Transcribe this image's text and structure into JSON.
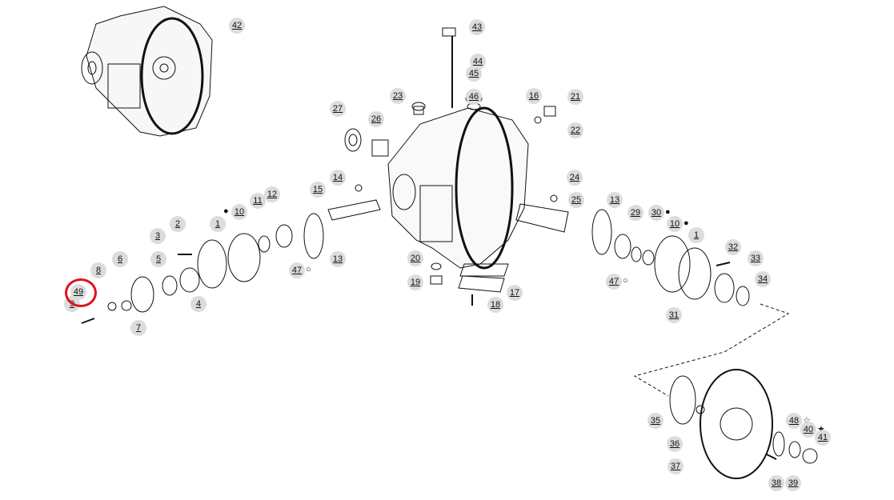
{
  "parts": [
    {
      "id": "42",
      "label": "42",
      "symbol": ""
    },
    {
      "id": "43",
      "label": "43",
      "symbol": ""
    },
    {
      "id": "44",
      "label": "44",
      "symbol": ""
    },
    {
      "id": "45",
      "label": "45",
      "symbol": ""
    },
    {
      "id": "46",
      "label": "46",
      "symbol": ""
    },
    {
      "id": "23",
      "label": "23",
      "symbol": ""
    },
    {
      "id": "16",
      "label": "16",
      "symbol": ""
    },
    {
      "id": "21",
      "label": "21",
      "symbol": ""
    },
    {
      "id": "22",
      "label": "22",
      "symbol": ""
    },
    {
      "id": "27",
      "label": "27",
      "symbol": ""
    },
    {
      "id": "26",
      "label": "26",
      "symbol": ""
    },
    {
      "id": "14",
      "label": "14",
      "symbol": ""
    },
    {
      "id": "24",
      "label": "24",
      "symbol": ""
    },
    {
      "id": "15",
      "label": "15",
      "symbol": ""
    },
    {
      "id": "25",
      "label": "25",
      "symbol": ""
    },
    {
      "id": "10a",
      "label": "10",
      "symbol": "●"
    },
    {
      "id": "11",
      "label": "11",
      "symbol": "●"
    },
    {
      "id": "12",
      "label": "12",
      "symbol": ""
    },
    {
      "id": "13a",
      "label": "13",
      "symbol": ""
    },
    {
      "id": "13b",
      "label": "13",
      "symbol": ""
    },
    {
      "id": "29",
      "label": "29",
      "symbol": ""
    },
    {
      "id": "30",
      "label": "30",
      "symbol": "●"
    },
    {
      "id": "10b",
      "label": "10",
      "symbol": "●"
    },
    {
      "id": "2",
      "label": "2",
      "symbol": ""
    },
    {
      "id": "1a",
      "label": "1",
      "symbol": ""
    },
    {
      "id": "1b",
      "label": "1",
      "symbol": ""
    },
    {
      "id": "3",
      "label": "3",
      "symbol": ""
    },
    {
      "id": "47a",
      "label": "47",
      "symbol": "○"
    },
    {
      "id": "47b",
      "label": "47",
      "symbol": "○"
    },
    {
      "id": "20",
      "label": "20",
      "symbol": ""
    },
    {
      "id": "19",
      "label": "19",
      "symbol": ""
    },
    {
      "id": "17",
      "label": "17",
      "symbol": ""
    },
    {
      "id": "18",
      "label": "18",
      "symbol": ""
    },
    {
      "id": "32",
      "label": "32",
      "symbol": ""
    },
    {
      "id": "33",
      "label": "33",
      "symbol": ""
    },
    {
      "id": "34",
      "label": "34",
      "symbol": ""
    },
    {
      "id": "31",
      "label": "31",
      "symbol": ""
    },
    {
      "id": "6",
      "label": "6",
      "symbol": ""
    },
    {
      "id": "5",
      "label": "5",
      "symbol": ""
    },
    {
      "id": "8",
      "label": "8",
      "symbol": ""
    },
    {
      "id": "49",
      "label": "49",
      "symbol": ""
    },
    {
      "id": "9",
      "label": "9",
      "symbol": ""
    },
    {
      "id": "4",
      "label": "4",
      "symbol": ""
    },
    {
      "id": "7",
      "label": "7",
      "symbol": ""
    },
    {
      "id": "35",
      "label": "35",
      "symbol": ""
    },
    {
      "id": "48",
      "label": "48",
      "symbol": "☆"
    },
    {
      "id": "40",
      "label": "40",
      "symbol": "★"
    },
    {
      "id": "41",
      "label": "41",
      "symbol": ""
    },
    {
      "id": "36",
      "label": "36",
      "symbol": ""
    },
    {
      "id": "37",
      "label": "37",
      "symbol": ""
    },
    {
      "id": "38",
      "label": "38",
      "symbol": ""
    },
    {
      "id": "39",
      "label": "39",
      "symbol": ""
    }
  ],
  "highlighted_part": "49",
  "highlight_color": "#e0121a",
  "callout_color": "#dcdcdc",
  "line_color": "#111111"
}
